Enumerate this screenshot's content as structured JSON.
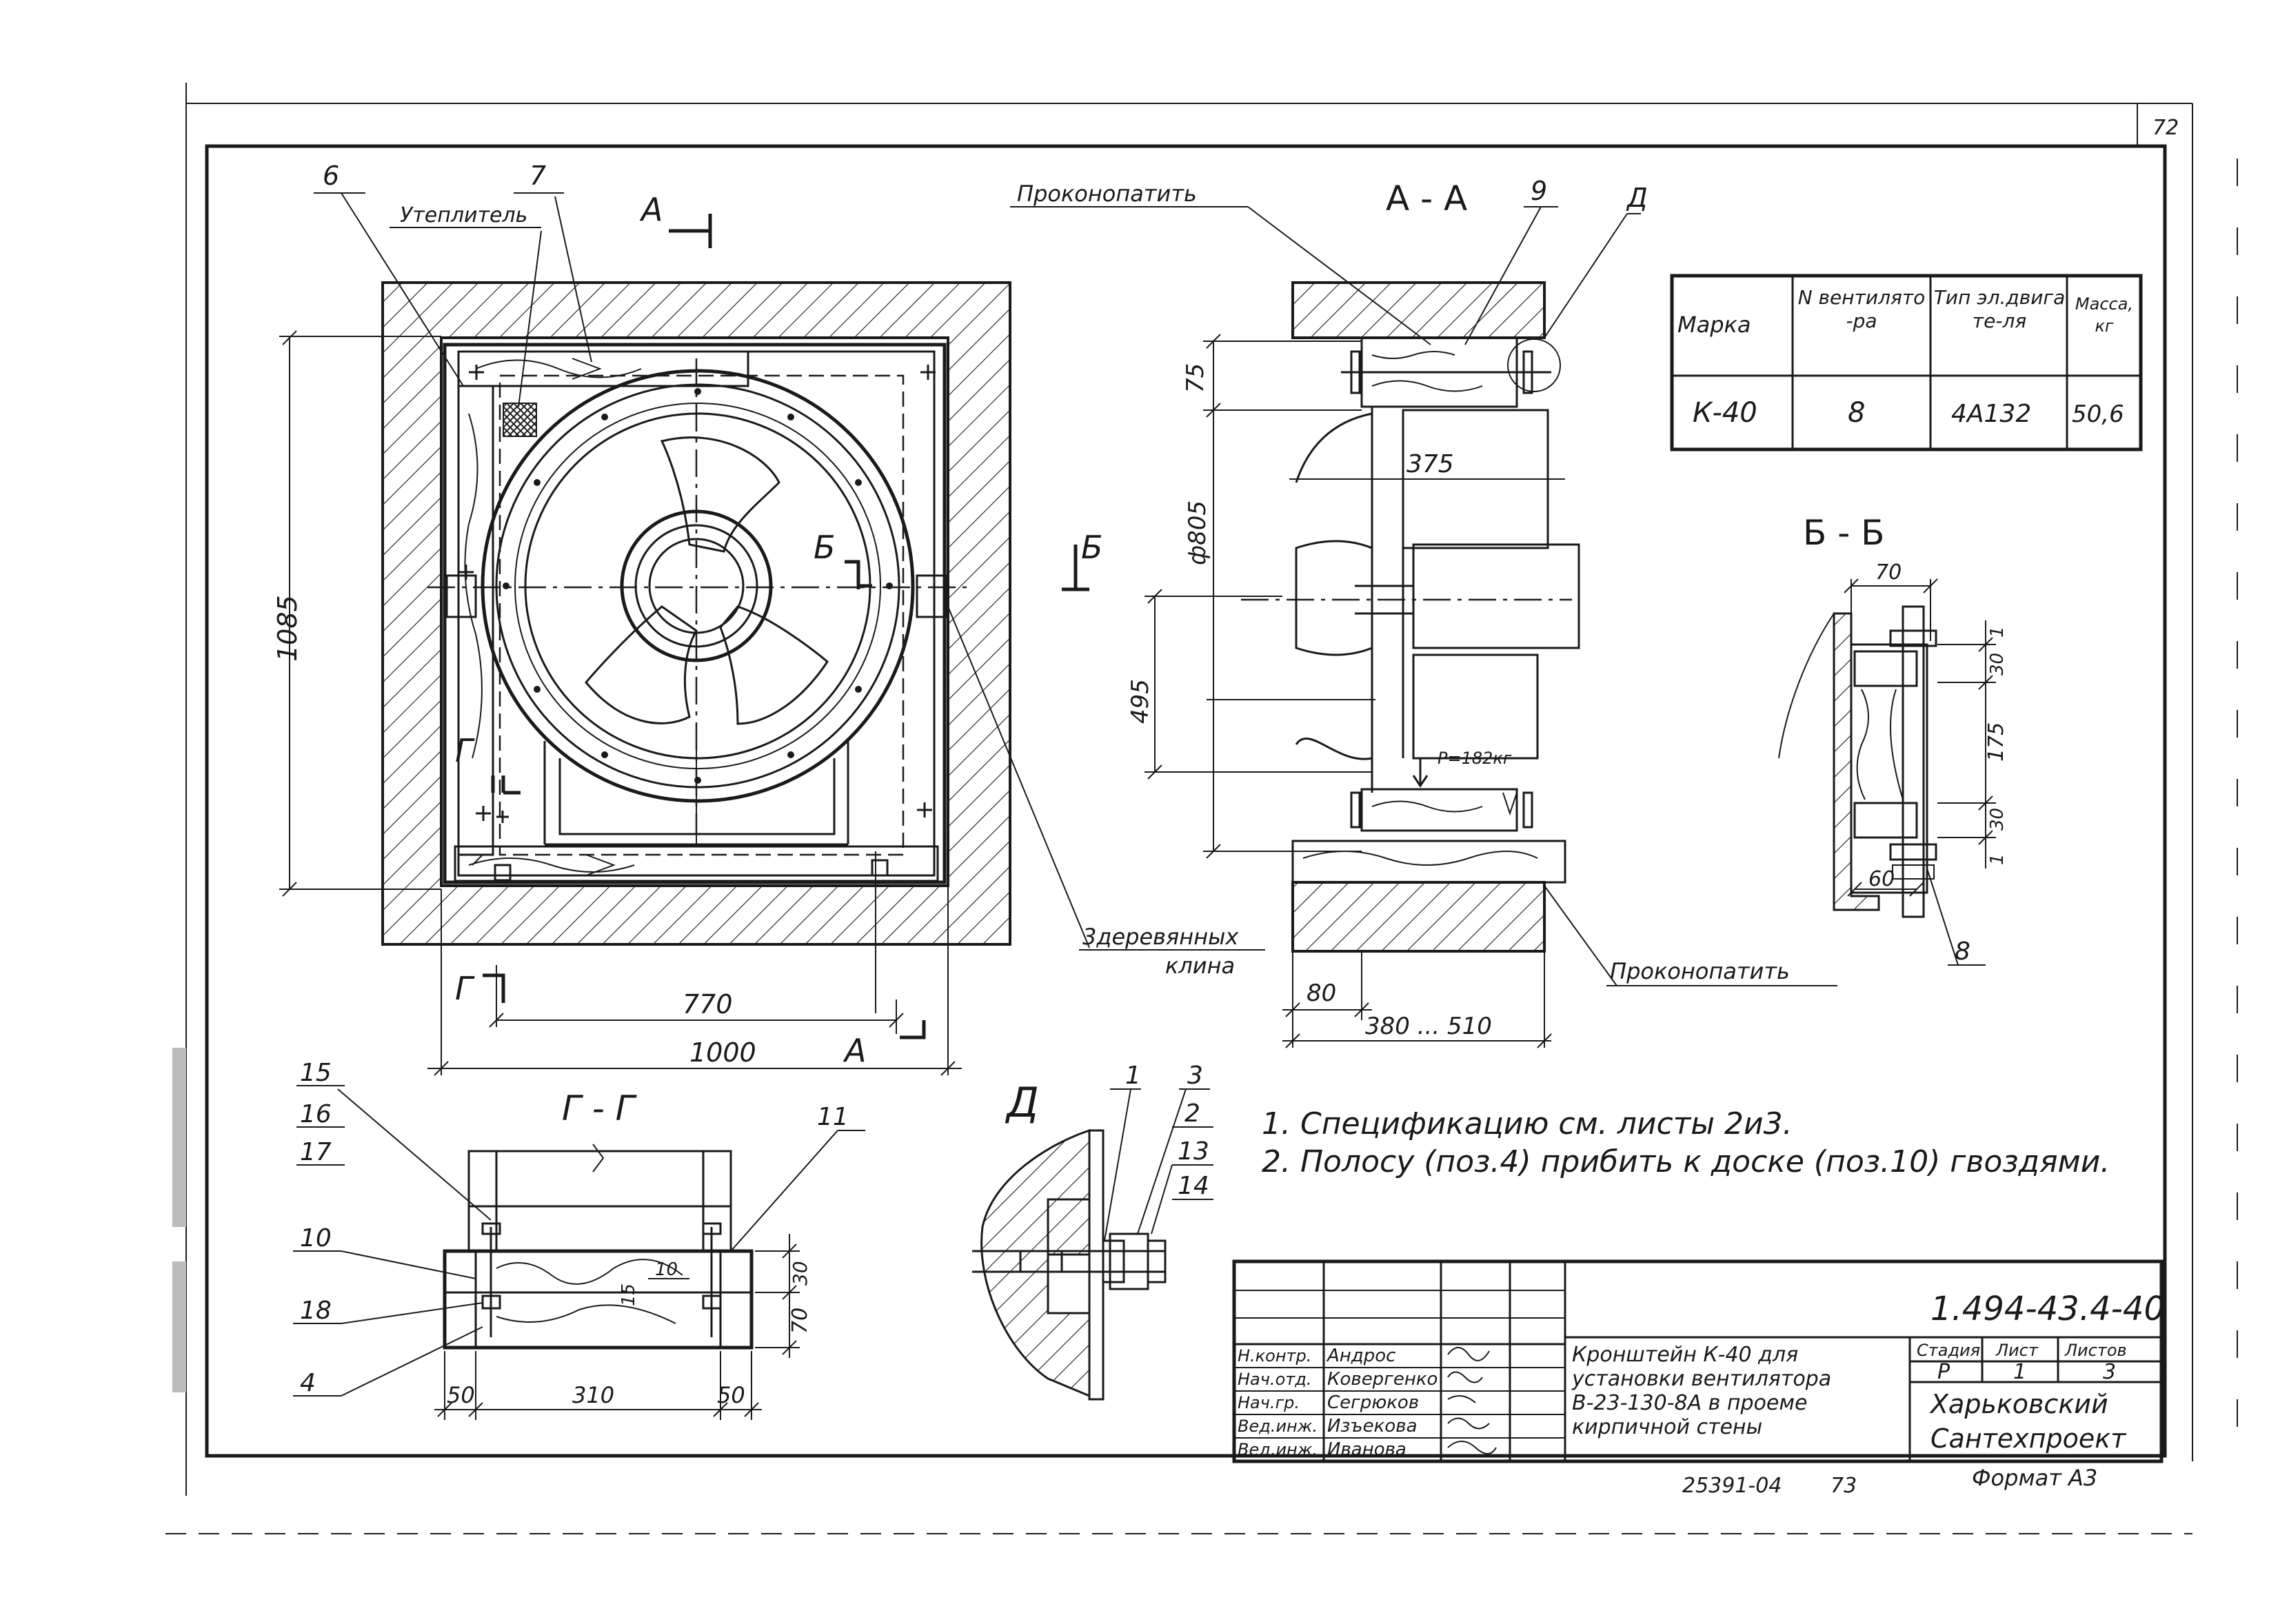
{
  "sheet": {
    "page_number": "72",
    "stamp_number": "25391-04",
    "stamp_sheet": "73",
    "format": "Формат А3"
  },
  "plan": {
    "pos_6": "6",
    "pos_7": "7",
    "insulation_label": "Утеплитель",
    "section_a": "А",
    "section_b": "Б",
    "section_g": "Г",
    "dim_height": "1085",
    "dim_770": "770",
    "dim_1000": "1000",
    "wedges_label_1": "3деревянных",
    "wedges_label_2": "клина"
  },
  "section_aa": {
    "title": "А - А",
    "caulk_top": "Проконопатить",
    "caulk_bottom": "Проконопатить",
    "pos_9": "9",
    "detail_d": "Д",
    "dim_75": "75",
    "dim_375": "375",
    "dim_d805": "ф805",
    "dim_495": "495",
    "load": "P=182кг",
    "dim_80": "80",
    "dim_range": "380 ... 510"
  },
  "section_bb": {
    "title": "Б - Б",
    "dim_70": "70",
    "dim_1a": "1",
    "dim_30a": "30",
    "dim_175": "175",
    "dim_30b": "30",
    "dim_1b": "1",
    "dim_60": "60",
    "pos_8": "8"
  },
  "section_gg": {
    "title": "Г - Г",
    "pos_15": "15",
    "pos_16": "16",
    "pos_17": "17",
    "pos_11": "11",
    "pos_10": "10",
    "pos_18": "18",
    "pos_4": "4",
    "pos_10_inner": "10",
    "pos_15_inner": "15",
    "dim_30": "30",
    "dim_70": "70",
    "dim_50a": "50",
    "dim_310": "310",
    "dim_50b": "50"
  },
  "detail_d": {
    "title": "Д",
    "pos_1": "1",
    "pos_3": "3",
    "pos_2": "2",
    "pos_13": "13",
    "pos_14": "14"
  },
  "spec_table": {
    "headers": [
      "Марка",
      "N вентилято-ра",
      "Тип эл.двигате-ля",
      "Масса, кг"
    ],
    "row": [
      "К-40",
      "8",
      "4А132",
      "50,6"
    ]
  },
  "notes": [
    "1. Спецификацию см. листы 2и3.",
    "2. Полосу (поз.4) прибить к доске (поз.10) гвоздями."
  ],
  "title_block": {
    "doc_code": "1.494-43.4-40",
    "title_lines": [
      "Кронштейн К-40 для",
      "установки вентилятора",
      "В-23-130-8А в проеме",
      "кирпичной стены"
    ],
    "stage_header": "Стадия",
    "sheet_header": "Лист",
    "sheets_header": "Листов",
    "stage": "Р",
    "sheet_no": "1",
    "sheets_total": "3",
    "org_lines": [
      "Харьковский",
      "Сантехпроект"
    ],
    "signatures": [
      {
        "role": "Н.контр.",
        "name": "Андрос"
      },
      {
        "role": "Нач.отд.",
        "name": "Ковергенко"
      },
      {
        "role": "Нач.гр.",
        "name": "Сегрюков"
      },
      {
        "role": "Вед.инж.",
        "name": "Изъекова"
      },
      {
        "role": "Вед.инж.",
        "name": "Иванова"
      }
    ]
  }
}
